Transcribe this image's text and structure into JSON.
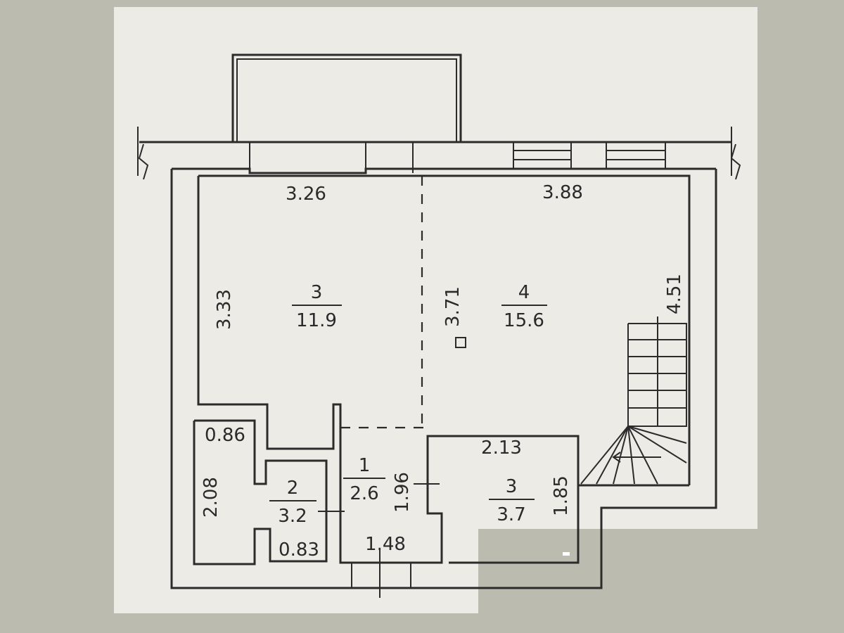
{
  "colors": {
    "background": "#bcbbb0",
    "paper": "#ecebe6",
    "ink": "#2b2b2b"
  },
  "rooms": [
    {
      "number": "3",
      "area": "11.9"
    },
    {
      "number": "4",
      "area": "15.6"
    },
    {
      "number": "1",
      "area": "2.6"
    },
    {
      "number": "2",
      "area": "3.2"
    },
    {
      "number": "3",
      "area": "3.7"
    }
  ],
  "dimensions": {
    "top_left_width": "3.26",
    "top_right_width": "3.88",
    "left_height": "3.33",
    "center_height": "3.71",
    "stair_height": "4.51",
    "closet_width": "0.86",
    "closet_height": "2.08",
    "bath_width": "0.83",
    "hall_height": "1.96",
    "hall_width": "1.48",
    "room3_width": "2.13",
    "room3_height": "1.85"
  }
}
